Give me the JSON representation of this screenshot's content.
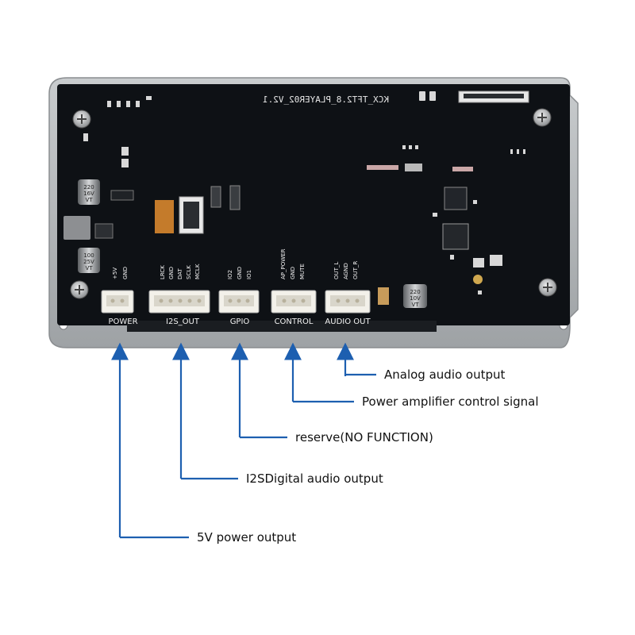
{
  "board": {
    "silkscreen_title": "KCX_TFT2.8_PLAYER02_V2.1",
    "capacitor_1": [
      "220",
      "16V",
      "VT"
    ],
    "capacitor_2": [
      "100",
      "25V",
      "VT"
    ],
    "capacitor_3": [
      "220",
      "10V",
      "VT"
    ],
    "connectors": [
      {
        "label": "POWER",
        "pins": [
          "+5V",
          "GND"
        ]
      },
      {
        "label": "I2S_OUT",
        "pins": [
          "LRCK",
          "GND",
          "DAT",
          "SCLK",
          "MCLK"
        ]
      },
      {
        "label": "GPIO",
        "pins": [
          "IO2",
          "GND",
          "IO1"
        ]
      },
      {
        "label": "CONTROL",
        "pins": [
          "AP_POWER",
          "GND",
          "MUTE"
        ]
      },
      {
        "label": "AUDIO OUT",
        "pins": [
          "OUT_L",
          "AGND",
          "OUT_R"
        ]
      }
    ]
  },
  "callouts": [
    {
      "text": "Analog audio output"
    },
    {
      "text": "Power amplifier control signal"
    },
    {
      "text": "reserve(NO FUNCTION)"
    },
    {
      "text": "I2SDigital audio output"
    },
    {
      "text": "5V power output"
    }
  ],
  "colors": {
    "board": "#0e1115",
    "frame": "#b9bcbf",
    "arrow": "#1d5fb0",
    "silk": "#f2f2f2"
  }
}
